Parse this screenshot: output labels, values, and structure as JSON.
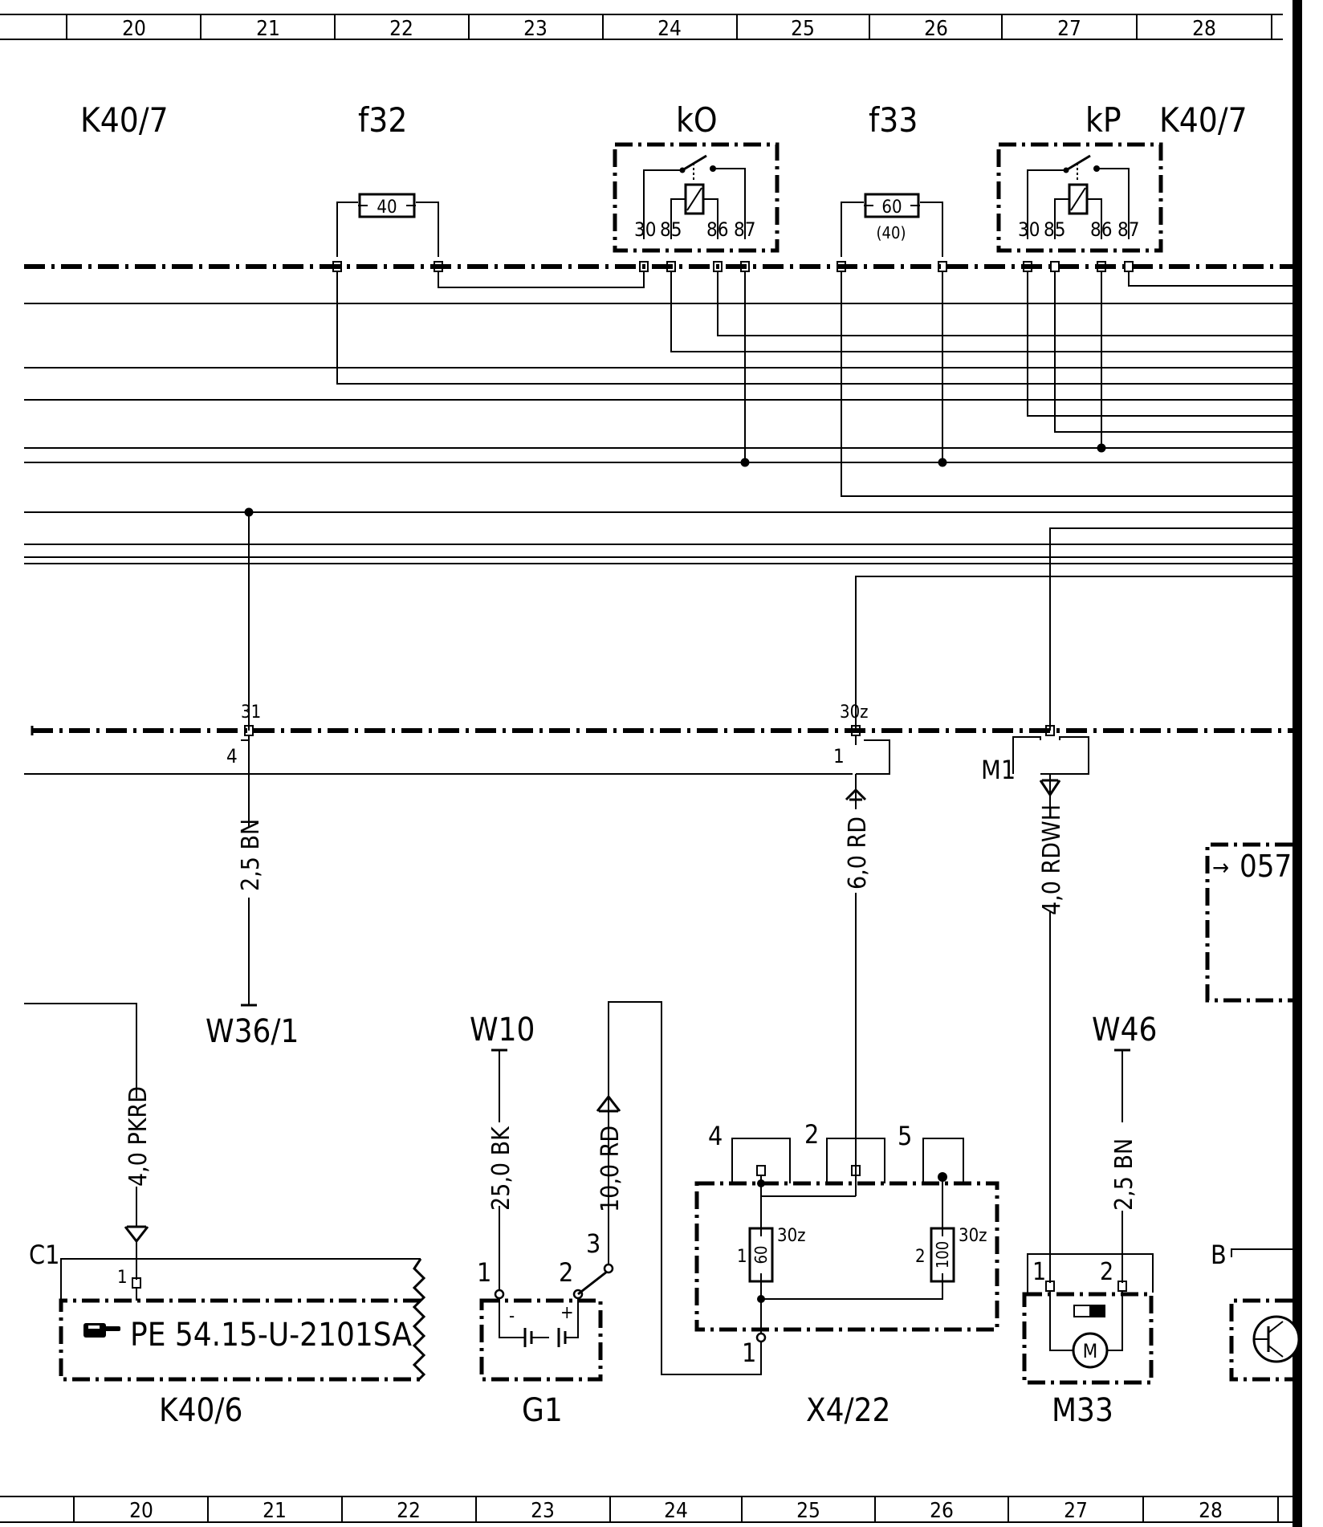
{
  "grid_top": [
    "20",
    "21",
    "22",
    "23",
    "24",
    "25",
    "26",
    "27",
    "28"
  ],
  "grid_bottom": [
    "20",
    "21",
    "22",
    "23",
    "24",
    "25",
    "26",
    "27",
    "28"
  ],
  "header": {
    "k40_7_left": "K40/7",
    "f32": "f32",
    "k0": "kO",
    "f33": "f33",
    "kp": "kP",
    "k40_7_right": "K40/7"
  },
  "fuse_f32_rating": "40",
  "fuse_f33_rating": "60",
  "fuse_f33_alt": "(40)",
  "relay_k0_pins": [
    "30",
    "85",
    "86",
    "87"
  ],
  "relay_kp_pins": [
    "30",
    "85",
    "86",
    "87"
  ],
  "connector_labels": {
    "pin31": "31",
    "pin4": "4",
    "pin30z": "30z",
    "pin1": "1",
    "m1": "M1",
    "c1": "C1",
    "b": "B"
  },
  "wire_labels": {
    "w_25bn_left": "2,5 BN",
    "w_60rd": "6,0 RD",
    "w_40rdwh": "4,0 RDWH",
    "w_40pkrd": "4,0 PKRD",
    "w_250bk": "25,0 BK",
    "w_100rd": "10,0 RD",
    "w_25bn_right": "2,5 BN"
  },
  "ground_labels": {
    "w36_1": "W36/1",
    "w10": "W10",
    "w46": "W46"
  },
  "ref_arrow": "057",
  "components": {
    "k40_6": {
      "label": "K40/6",
      "ref": "PE 54.15-U-2101SA",
      "pin": "1"
    },
    "g1": {
      "label": "G1",
      "pins": [
        "1",
        "2",
        "3"
      ],
      "minus": "-",
      "plus": "+"
    },
    "x4_22": {
      "label": "X4/22",
      "pins": [
        "4",
        "2",
        "5",
        "1"
      ],
      "fuse_a": "60",
      "fuse_a_pin": "1",
      "fuse_a_term": "30z",
      "fuse_b": "100",
      "fuse_b_pin": "2",
      "fuse_b_term": "30z"
    },
    "m33": {
      "label": "M33",
      "pins": [
        "1",
        "2"
      ],
      "motor": "M"
    }
  }
}
